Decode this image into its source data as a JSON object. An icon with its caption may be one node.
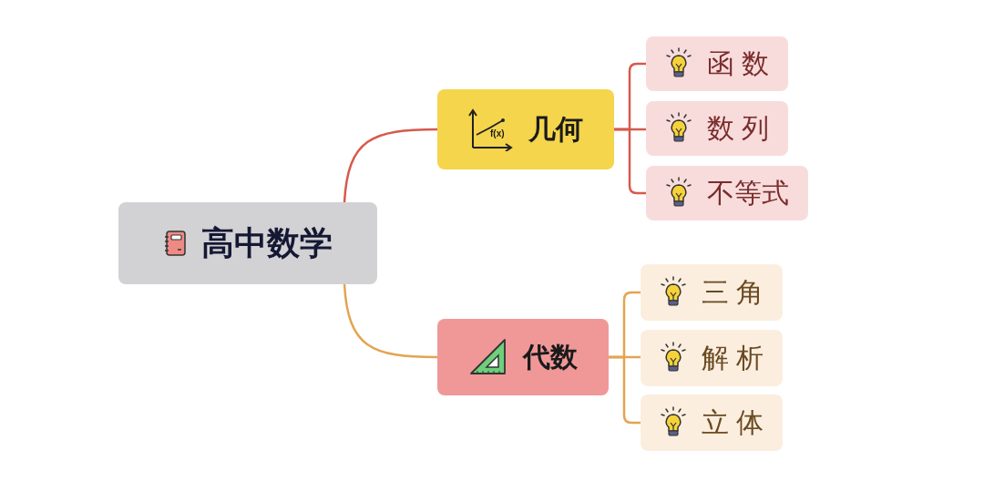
{
  "diagram": {
    "nodes": [
      {
        "text": [
          "高中数学"
        ]
      },
      {
        "text": [
          "几何"
        ]
      },
      {
        "text": [
          "函 数"
        ]
      },
      {
        "text": [
          "数 列"
        ]
      },
      {
        "text": [
          "不等式"
        ]
      },
      {
        "text": [
          "代数"
        ]
      },
      {
        "text": [
          "三 角"
        ]
      },
      {
        "text": [
          "解 析"
        ]
      },
      {
        "text": [
          "立 体"
        ]
      }
    ],
    "edges": [
      {
        "from": 0,
        "to": 1,
        "arrow": "none",
        "color": "#d65a4c"
      },
      {
        "from": 1,
        "to": 2,
        "arrow": "none",
        "color": "#d65a4c"
      },
      {
        "from": 1,
        "to": 3,
        "arrow": "none",
        "color": "#d65a4c"
      },
      {
        "from": 1,
        "to": 4,
        "arrow": "none",
        "color": "#d65a4c"
      },
      {
        "from": 0,
        "to": 5,
        "arrow": "none",
        "color": "#e3a452"
      },
      {
        "from": 5,
        "to": 6,
        "arrow": "none",
        "color": "#e3a452"
      },
      {
        "from": 5,
        "to": 7,
        "arrow": "none",
        "color": "#e3a452"
      },
      {
        "from": 5,
        "to": 8,
        "arrow": "none",
        "color": "#e3a452"
      }
    ],
    "labels": [
      "f(x)"
    ]
  }
}
